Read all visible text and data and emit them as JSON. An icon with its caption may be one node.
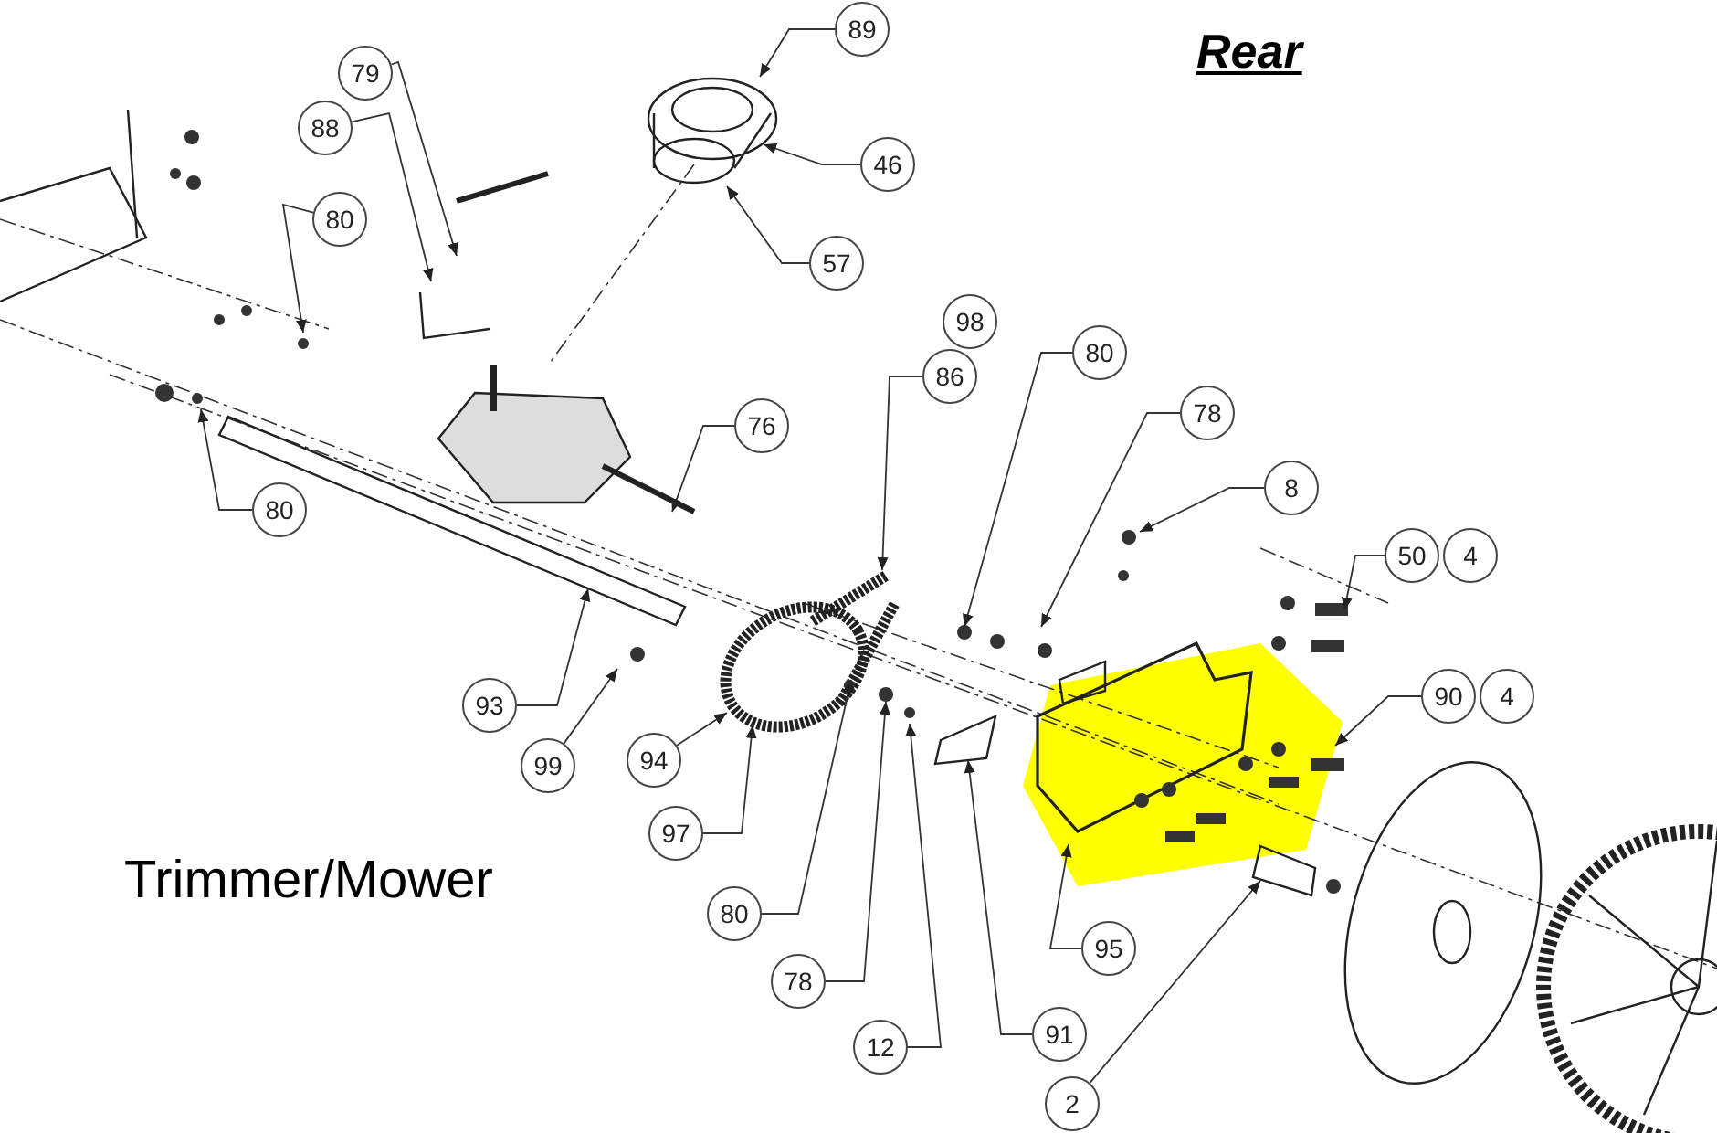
{
  "diagram": {
    "title": "Rear",
    "nodes": [
      {
        "text": [
          "89"
        ]
      },
      {
        "text": [
          "79"
        ]
      },
      {
        "text": [
          "88"
        ]
      },
      {
        "text": [
          "46"
        ]
      },
      {
        "text": [
          "80"
        ]
      },
      {
        "text": [
          "57"
        ]
      },
      {
        "text": [
          "98"
        ]
      },
      {
        "text": [
          "80"
        ]
      },
      {
        "text": [
          "86"
        ]
      },
      {
        "text": [
          "78"
        ]
      },
      {
        "text": [
          "76"
        ]
      },
      {
        "text": [
          "8"
        ]
      },
      {
        "text": [
          "80"
        ]
      },
      {
        "text": [
          "50"
        ]
      },
      {
        "text": [
          "4"
        ]
      },
      {
        "text": [
          "93"
        ]
      },
      {
        "text": [
          "90"
        ]
      },
      {
        "text": [
          "4"
        ]
      },
      {
        "text": [
          "99"
        ]
      },
      {
        "text": [
          "94"
        ]
      },
      {
        "text": [
          "97"
        ]
      },
      {
        "text": [
          "80"
        ]
      },
      {
        "text": [
          "95"
        ]
      },
      {
        "text": [
          "78"
        ]
      },
      {
        "text": [
          "91"
        ]
      },
      {
        "text": [
          "12"
        ]
      },
      {
        "text": [
          "2"
        ]
      }
    ],
    "edges": [
      {
        "from": 0,
        "to": null,
        "arrow": "to"
      },
      {
        "from": 1,
        "to": null,
        "arrow": "to"
      },
      {
        "from": 2,
        "to": null,
        "arrow": "to"
      },
      {
        "from": 3,
        "to": null,
        "arrow": "to"
      },
      {
        "from": 4,
        "to": null,
        "arrow": "to"
      },
      {
        "from": 5,
        "to": null,
        "arrow": "to"
      },
      {
        "from": 8,
        "to": null,
        "arrow": "to"
      },
      {
        "from": 7,
        "to": null,
        "arrow": "to"
      },
      {
        "from": 9,
        "to": null,
        "arrow": "to"
      },
      {
        "from": 10,
        "to": null,
        "arrow": "to"
      },
      {
        "from": 11,
        "to": null,
        "arrow": "to"
      },
      {
        "from": 12,
        "to": null,
        "arrow": "to"
      },
      {
        "from": 13,
        "to": null,
        "arrow": "to"
      },
      {
        "from": 15,
        "to": null,
        "arrow": "to"
      },
      {
        "from": 16,
        "to": null,
        "arrow": "to"
      },
      {
        "from": 18,
        "to": null,
        "arrow": "to"
      },
      {
        "from": 19,
        "to": null,
        "arrow": "to"
      },
      {
        "from": 20,
        "to": null,
        "arrow": "to"
      },
      {
        "from": 21,
        "to": null,
        "arrow": "to"
      },
      {
        "from": 22,
        "to": null,
        "arrow": "to"
      },
      {
        "from": 23,
        "to": null,
        "arrow": "to"
      },
      {
        "from": 24,
        "to": null,
        "arrow": "to"
      },
      {
        "from": 25,
        "to": null,
        "arrow": "to"
      },
      {
        "from": 26,
        "to": null,
        "arrow": "to"
      }
    ],
    "labels": [
      "Trimmer/Mower"
    ]
  }
}
